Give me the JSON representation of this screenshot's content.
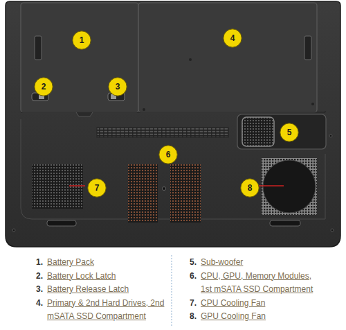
{
  "diagram": {
    "nodes": [
      {
        "text": [
          "1"
        ]
      },
      {
        "text": [
          "2"
        ]
      },
      {
        "text": [
          "3"
        ]
      },
      {
        "text": [
          "4"
        ]
      },
      {
        "text": [
          "5"
        ]
      },
      {
        "text": [
          "6"
        ]
      },
      {
        "text": [
          "7"
        ]
      },
      {
        "text": [
          "8"
        ]
      }
    ],
    "labels": [
      "1.",
      "Battery Pack",
      "2.",
      "Battery Lock Latch",
      "3.",
      "Battery Release Latch",
      "4.",
      "Primary & 2nd Hard Drives, 2nd mSATA SSD Compartment",
      "5.",
      "Sub-woofer",
      "6.",
      "CPU, GPU, Memory Modules, 1st mSATA SSD Compartment",
      "7.",
      "CPU Cooling Fan",
      "8.",
      "GPU Cooling Fan"
    ]
  }
}
